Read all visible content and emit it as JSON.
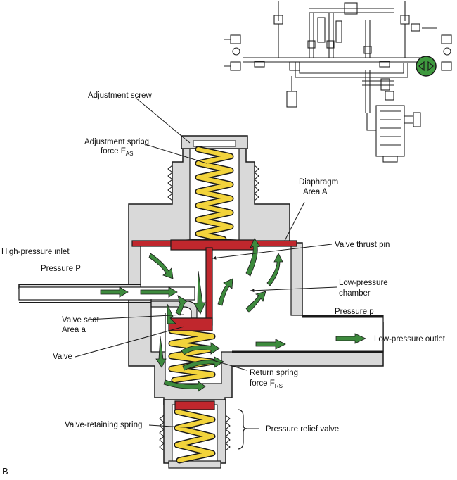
{
  "figure_label": "B",
  "labels": {
    "adjustment_screw": "Adjustment screw",
    "adjustment_spring_l1": "Adjustment spring",
    "adjustment_spring_force": "force F",
    "adjustment_spring_sub": "AS",
    "diaphragm": "Diaphragm",
    "diaphragm_area": "Area A",
    "high_pressure_inlet": "High-pressure inlet",
    "pressure_P": "Pressure P",
    "valve_thrust_pin": "Valve thrust pin",
    "low_pressure_l1": "Low-pressure",
    "low_pressure_l2": "chamber",
    "pressure_p": "Pressure p",
    "valve_seat": "Valve seat",
    "valve_seat_area": "Area a",
    "valve": "Valve",
    "low_pressure_outlet": "Low-pressure outlet",
    "return_spring_l1": "Return spring",
    "return_spring_force": "force F",
    "return_spring_sub": "RS",
    "valve_retaining_spring": "Valve-retaining spring",
    "pressure_relief_valve": "Pressure relief valve"
  },
  "colors": {
    "housing": "#d9d9d9",
    "outline": "#1a1a1a",
    "spring": "#f2d33b",
    "valve_red": "#c0272d",
    "flow_arrow": "#3d8a3d",
    "regulator_highlight": "#3f9a3f"
  }
}
